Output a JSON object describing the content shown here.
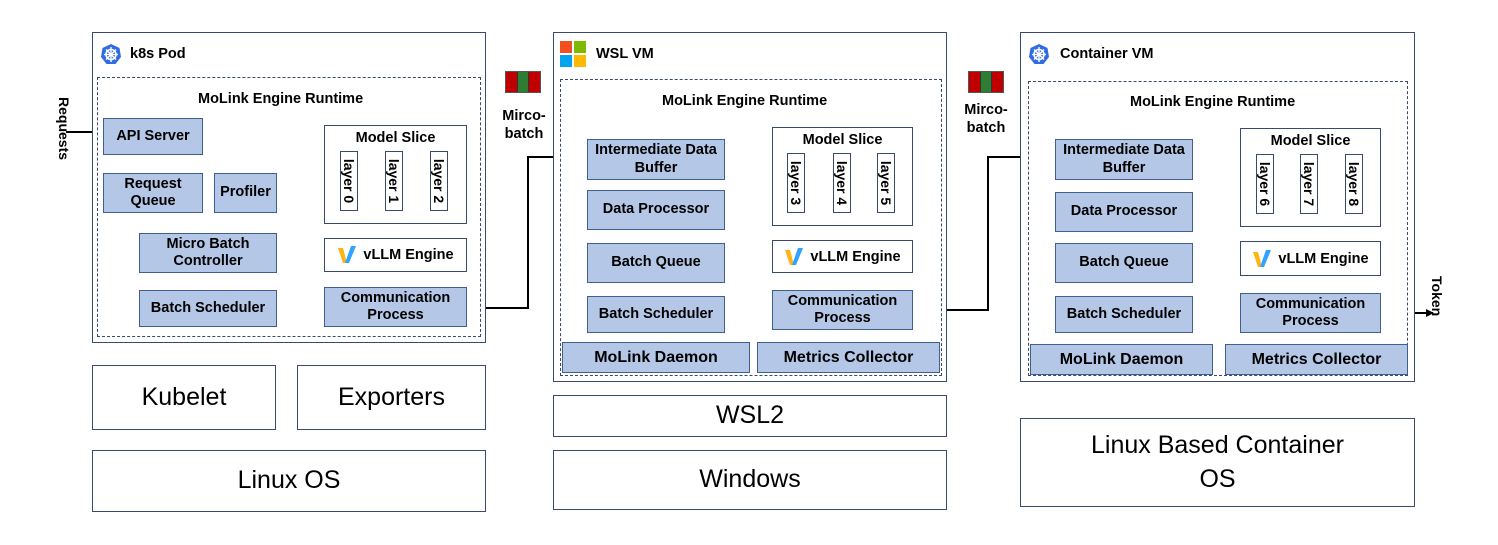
{
  "pod": {
    "title": "k8s Pod",
    "runtime": "MoLink Engine Runtime",
    "api_server": "API Server",
    "request_queue": "Request Queue",
    "profiler": "Profiler",
    "micro_batch_controller": "Micro Batch Controller",
    "batch_scheduler": "Batch Scheduler",
    "model_slice": "Model Slice",
    "layers": [
      "layer 0",
      "layer 1",
      "layer 2"
    ],
    "vllm_engine": "vLLM Engine",
    "comm_process": "Communication Process"
  },
  "wsl": {
    "title": "WSL VM",
    "runtime": "MoLink Engine Runtime",
    "buffer": "Intermediate Data Buffer",
    "data_processor": "Data Processor",
    "batch_queue": "Batch Queue",
    "batch_scheduler": "Batch Scheduler",
    "model_slice": "Model Slice",
    "layers": [
      "layer 3",
      "layer 4",
      "layer 5"
    ],
    "vllm_engine": "vLLM Engine",
    "comm_process": "Communication Process",
    "daemon": "MoLink Daemon",
    "metrics": "Metrics Collector"
  },
  "container": {
    "title": "Container VM",
    "runtime": "MoLink Engine Runtime",
    "buffer": "Intermediate Data Buffer",
    "data_processor": "Data Processor",
    "batch_queue": "Batch Queue",
    "batch_scheduler": "Batch Scheduler",
    "model_slice": "Model Slice",
    "layers": [
      "layer 6",
      "layer 7",
      "layer 8"
    ],
    "vllm_engine": "vLLM Engine",
    "comm_process": "Communication Process",
    "daemon": "MoLink Daemon",
    "metrics": "Metrics Collector"
  },
  "lower": {
    "kubelet": "Kubelet",
    "exporters": "Exporters",
    "linux_os": "Linux OS",
    "wsl2": "WSL2",
    "windows": "Windows",
    "container_os": "Linux Based Container OS"
  },
  "flow": {
    "requests": "Requests",
    "token": "Token",
    "microbatch_1": "Mirco-batch",
    "microbatch_2": "Mirco-batch"
  },
  "colors": {
    "module_fill": "#b4c7e7",
    "microbatch_red": "#c00000",
    "microbatch_green": "#2e7d32"
  },
  "icons": {
    "kubernetes": "kubernetes-icon",
    "windows": "windows-icon",
    "vllm": "vllm-logo-icon"
  }
}
